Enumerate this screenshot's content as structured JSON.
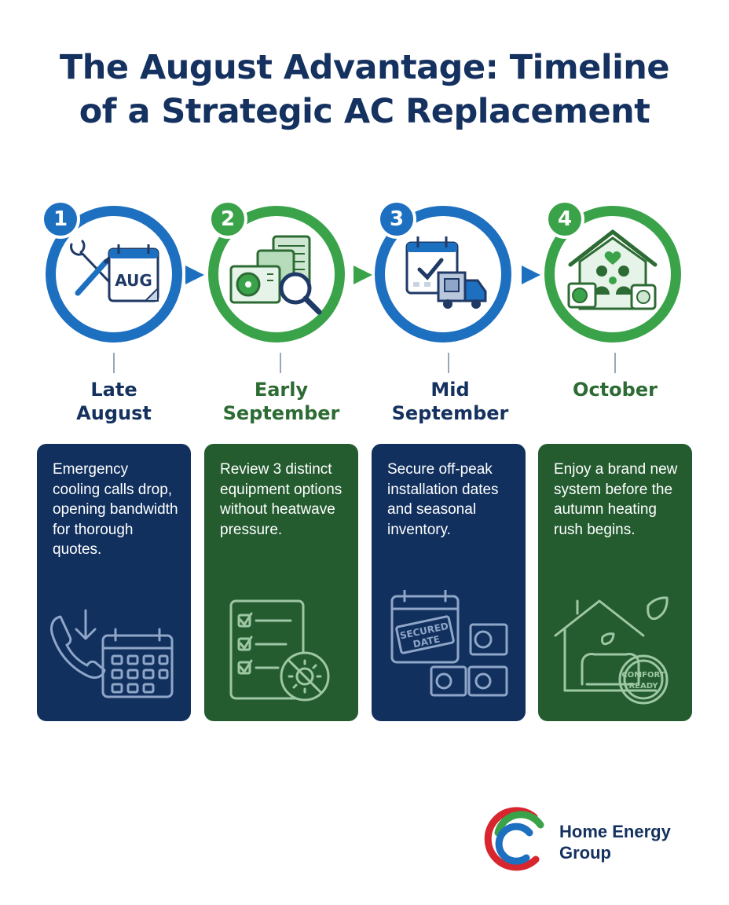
{
  "title": {
    "line1": "The August Advantage: Timeline",
    "line2": "of a Strategic AC Replacement"
  },
  "steps": [
    {
      "number": "1",
      "label_line1": "Late",
      "label_line2": "August",
      "description": "Emergency cooling calls drop, opening bandwidth for thorough quotes.",
      "icon": "wrench-screwdriver-calendar-icon",
      "icon_text": "AUG",
      "card_icon": "phone-calendar-icon"
    },
    {
      "number": "2",
      "label_line1": "Early",
      "label_line2": "September",
      "description": "Review 3 distinct equipment options without heatwave pressure.",
      "icon": "ac-units-magnifier-icon",
      "card_icon": "checklist-no-heat-icon"
    },
    {
      "number": "3",
      "label_line1": "Mid",
      "label_line2": "September",
      "description": "Secure off-peak installation dates and seasonal inventory.",
      "icon": "calendar-delivery-truck-icon",
      "card_icon": "secured-date-units-icon",
      "card_icon_text_line1": "SECURED",
      "card_icon_text_line2": "DATE"
    },
    {
      "number": "4",
      "label_line1": "October",
      "label_line2": "",
      "description": "Enjoy a brand new system before the autumn heating rush begins.",
      "icon": "home-family-icon",
      "card_icon": "home-comfort-ready-icon",
      "card_icon_text_line1": "COMFORT",
      "card_icon_text_line2": "READY"
    }
  ],
  "brand": {
    "line1": "Home Energy",
    "line2": "Group"
  },
  "colors": {
    "navy": "#14315f",
    "blue": "#1d6fc0",
    "green": "#3aa34a",
    "dark_green": "#245c30",
    "card_navy": "#11305e",
    "logo_red": "#d8262e"
  }
}
